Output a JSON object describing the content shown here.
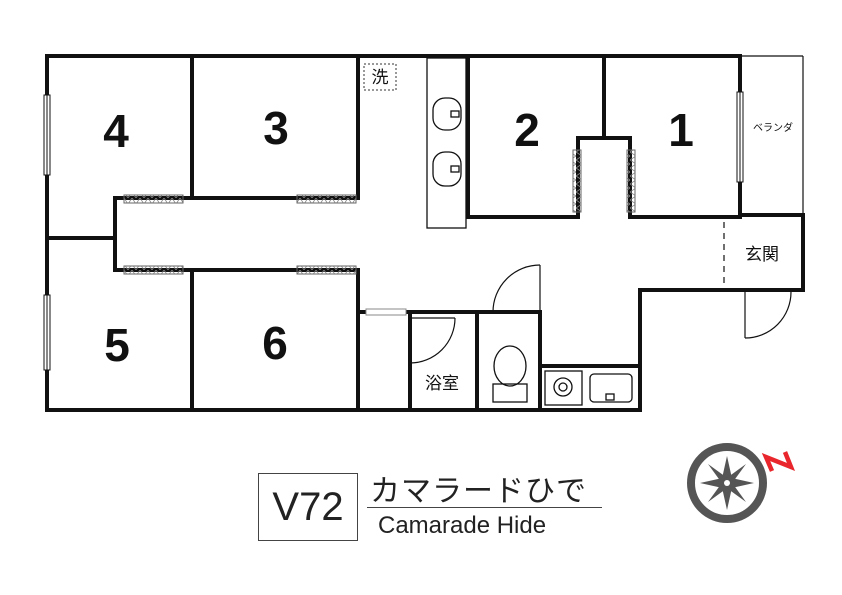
{
  "rooms": [
    {
      "number": "1"
    },
    {
      "number": "2"
    },
    {
      "number": "3"
    },
    {
      "number": "4"
    },
    {
      "number": "5"
    },
    {
      "number": "6"
    }
  ],
  "labels": {
    "washer": "洗",
    "veranda": "ベランダ",
    "entrance": "玄関",
    "bathroom": "浴室"
  },
  "property": {
    "code": "V72",
    "name_jp": "カマラードひで",
    "name_en": "Camarade Hide"
  },
  "compass": {
    "north_label": "N",
    "icon": "compass-rose-icon"
  },
  "colors": {
    "wall": "#111111",
    "compass_ring": "#555555",
    "north_marker": "#e8262b",
    "sliding_door": "#999999"
  }
}
